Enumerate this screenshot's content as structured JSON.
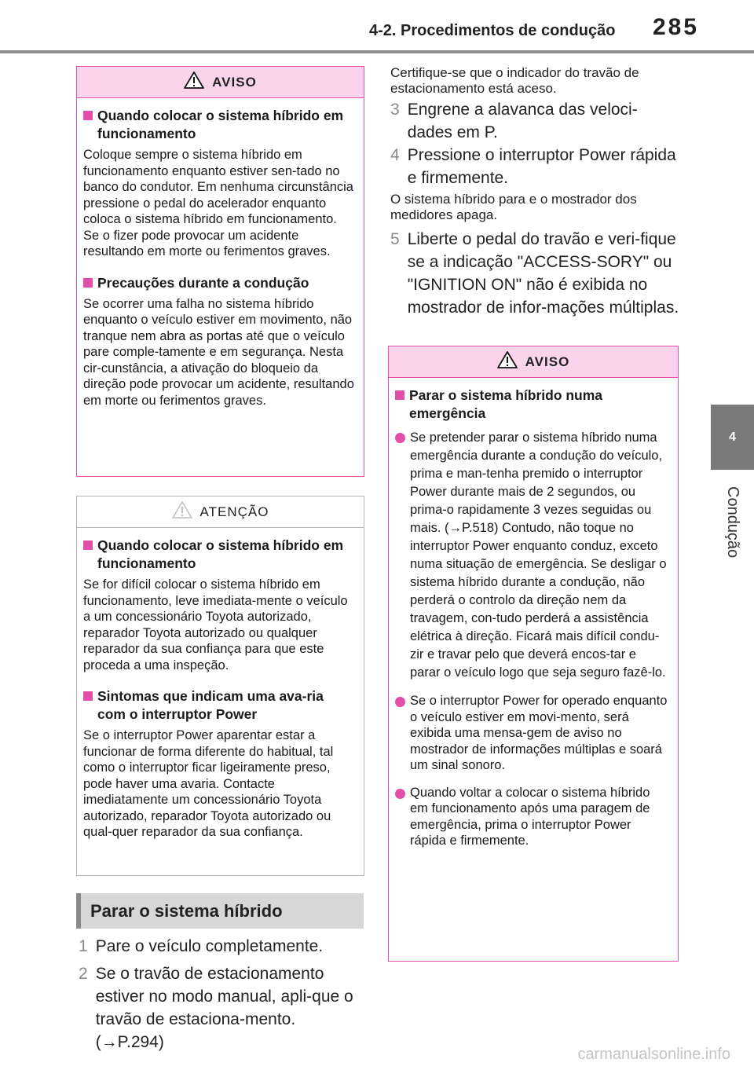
{
  "header": {
    "section": "4-2. Procedimentos de condução",
    "page_number": "285"
  },
  "side_tab": {
    "chapter_number": "4",
    "chapter_label": "Condução"
  },
  "warning_box_1": {
    "title": "AVISO",
    "sections": [
      {
        "heading": "Quando colocar o sistema híbrido em funcionamento",
        "text": "Coloque sempre o sistema híbrido em funcionamento enquanto estiver sen-tado no banco do condutor. Em nenhuma circunstância pressione o pedal do acelerador enquanto coloca o sistema híbrido em funcionamento. Se o fizer pode provocar um acidente resultando em morte ou ferimentos graves."
      },
      {
        "heading": "Precauções durante a condução",
        "text": "Se ocorrer uma falha no sistema híbrido enquanto o veículo estiver em movimento, não tranque nem abra as portas até que o veículo pare comple-tamente e em segurança. Nesta cir-cunstância, a ativação do bloqueio da direção pode provocar um acidente, resultando em morte ou ferimentos graves."
      }
    ]
  },
  "caution_box": {
    "title": "ATENÇÃO",
    "sections": [
      {
        "heading": "Quando colocar o sistema híbrido em funcionamento",
        "text": "Se for difícil colocar o sistema híbrido em funcionamento, leve imediata-mente o veículo a um concessionário Toyota autorizado, reparador Toyota autorizado ou qualquer reparador da sua confiança para que este proceda a uma inspeção."
      },
      {
        "heading": "Sintomas que indicam uma ava-ria com o interruptor Power",
        "text": "Se o interruptor Power aparentar estar a funcionar de forma diferente do habitual, tal como o interruptor ficar ligeiramente preso, pode haver uma avaria. Contacte imediatamente um concessionário Toyota autorizado, reparador Toyota autorizado ou qual-quer reparador da sua confiança."
      }
    ]
  },
  "section_title": "Parar o sistema híbrido",
  "steps": [
    {
      "num": "1",
      "text": "Pare o veículo completamente."
    },
    {
      "num": "2",
      "text": "Se o travão de estacionamento estiver no modo manual, apli-que o travão de estaciona-mento. (→P.294)"
    },
    {
      "num": "3",
      "text": "Engrene a alavanca das veloci-dades em P."
    },
    {
      "num": "4",
      "text": "Pressione o interruptor Power rápida e firmemente."
    },
    {
      "num": "5",
      "text": "Liberte o pedal do travão e veri-fique se a indicação \"ACCESS-SORY\" ou \"IGNITION ON\" não é exibida no mostrador de infor-mações múltiplas."
    }
  ],
  "notes": {
    "after_step_2": "Certifique-se que o indicador do travão de estacionamento está aceso.",
    "after_step_4": "O sistema híbrido para e o mostrador dos medidores apaga."
  },
  "warning_box_2": {
    "title": "AVISO",
    "heading": "Parar o sistema híbrido numa emergência",
    "bullets": [
      "Se pretender parar o sistema híbrido numa emergência durante a condução do veículo, prima e man-tenha premido o interruptor Power durante mais de 2 segundos, ou prima-o rapidamente 3 vezes seguidas ou mais. (→P.518) Contudo, não toque no interruptor Power enquanto conduz, exceto numa situação de emergência. Se desligar o sistema híbrido durante a condução, não perderá o controlo da direção nem da travagem, con-tudo perderá a assistência elétrica à direção. Ficará mais difícil condu-zir e travar pelo que deverá encos-tar e parar o veículo logo que seja seguro fazê-lo.",
      "Se o interruptor Power for operado enquanto o veículo estiver em movi-mento, será exibida uma mensa-gem de aviso no mostrador de informações múltiplas e soará um sinal sonoro.",
      "Quando voltar a colocar o sistema híbrido em funcionamento após uma paragem de emergência, prima o interruptor Power rápida e firmemente."
    ]
  },
  "footer": "carmanualsonline.info",
  "colors": {
    "warning_accent": "#e24fa8",
    "warning_header_bg": "#fad4ec",
    "caution_border": "#b5b5b5",
    "rule_gray": "#8c8c8c"
  },
  "icons": {
    "warning": "warning-triangle-icon",
    "caution": "caution-triangle-icon"
  }
}
